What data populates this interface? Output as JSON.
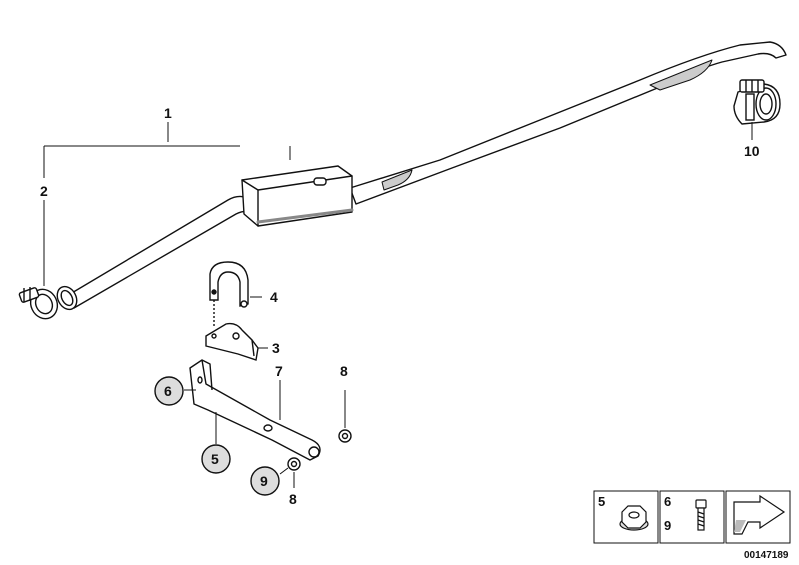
{
  "callouts": {
    "c1": "1",
    "c2": "2",
    "c3": "3",
    "c4": "4",
    "c5": "5",
    "c6": "6",
    "c7": "7",
    "c8a": "8",
    "c8b": "8",
    "c9": "9",
    "c10": "10"
  },
  "legend": {
    "box1_num": "5",
    "box2_num_top": "6",
    "box2_num_bottom": "9"
  },
  "doc_id": "00147189",
  "colors": {
    "line": "#111111",
    "highlight": "#cccccc",
    "background": "#ffffff"
  }
}
